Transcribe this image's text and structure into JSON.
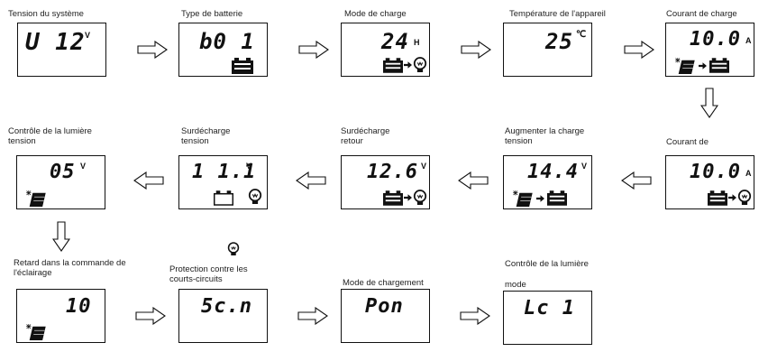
{
  "labels": {
    "tension_systeme": "Tension du système",
    "type_batterie": "Type de batterie",
    "mode_charge": "Mode de charge",
    "temperature": "Température de l'appareil",
    "courant_charge": "Courant de charge",
    "controle_lumiere_tension": "Contrôle de la lumière\ntension",
    "surdecharge_tension": "Surdécharge\ntension",
    "surdecharge_retour": "Surdécharge\nretour",
    "augmenter_charge": "Augmenter la charge\ntension",
    "courant_de": "Courant de",
    "retard": "Retard dans la commande de\nl'éclairage",
    "protection": "Protection contre les\ncourts-circuits",
    "mode_chargement": "Mode de chargement",
    "controle_lumiere_mode_1": "Contrôle de la lumière",
    "controle_lumiere_mode_2": "mode"
  },
  "displays": {
    "tension_systeme": "U 12",
    "tension_systeme_unit": "V",
    "type_batterie": "b0 1",
    "mode_charge": "24",
    "mode_charge_unit": "H",
    "temperature": "25",
    "temperature_unit": "℃",
    "courant_charge": "10.0",
    "courant_charge_unit": "A",
    "courant_de": "10.0",
    "courant_de_unit": "A",
    "augmenter_charge": "14.4",
    "augmenter_charge_unit": "V",
    "surdecharge_retour": "12.6",
    "surdecharge_retour_unit": "V",
    "surdecharge_tension": "1 1.1",
    "surdecharge_tension_unit": "V",
    "controle_lumiere_tension": "05",
    "controle_lumiere_tension_unit": "V",
    "retard": "10",
    "protection": "5c.n",
    "mode_chargement": "Pon",
    "controle_lumiere_mode": "Lc 1"
  },
  "icons": [
    "battery-icon",
    "arrow-right-icon",
    "bulb-icon",
    "solar-panel-icon",
    "flow-arrow-icon"
  ]
}
